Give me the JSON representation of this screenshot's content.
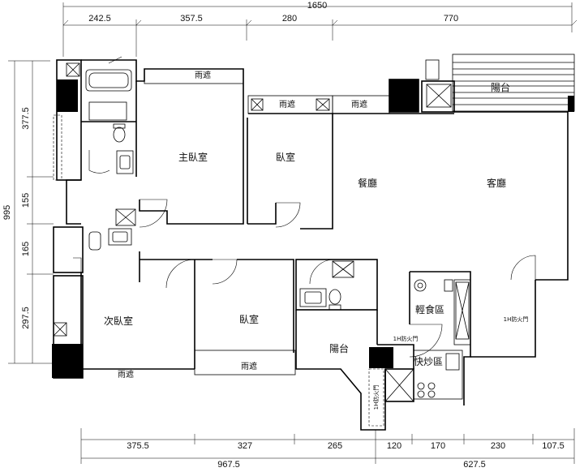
{
  "dimensions": {
    "top_total": "1650",
    "top": [
      "242.5",
      "357.5",
      "280",
      "770"
    ],
    "left_total": "995",
    "left": [
      "377.5",
      "155",
      "165",
      "297.5"
    ],
    "bottom_row1": [
      "375.5",
      "327",
      "265",
      "120",
      "170",
      "230",
      "107.5"
    ],
    "bottom_row2": [
      "967.5",
      "627.5"
    ]
  },
  "rooms": {
    "master_bedroom": "主臥室",
    "bedroom_1": "臥室",
    "bedroom_2": "臥室",
    "second_bedroom": "次臥室",
    "dining": "餐廳",
    "living": "客廳",
    "balcony_top": "陽台",
    "balcony_bottom": "陽台",
    "light_kitchen": "輕食區",
    "stir_fry_kitchen": "快炒區"
  },
  "labels": {
    "canopy_1": "雨遮",
    "canopy_2": "雨遮",
    "canopy_3": "雨遮",
    "canopy_4": "雨遮",
    "canopy_5": "雨遮",
    "fire_door_1": "1H防火門",
    "fire_door_2": "1H防火門",
    "fire_door_3": "1H防火門"
  }
}
